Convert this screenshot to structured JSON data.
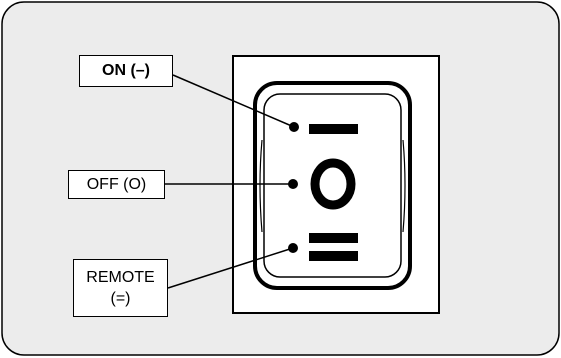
{
  "labels": {
    "on": "ON (–)",
    "off": "OFF (O)",
    "remote_line1": "REMOTE",
    "remote_line2": "(=)"
  },
  "colors": {
    "panel_background": "#ececec",
    "switch_background": "#ffffff",
    "ink": "#000000"
  },
  "icons": {
    "on_symbol": "single-bar-icon",
    "off_symbol": "circle-o-icon",
    "remote_symbol": "double-bar-icon"
  }
}
